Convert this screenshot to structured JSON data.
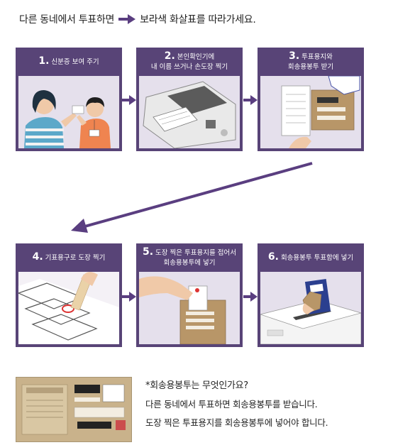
{
  "header": {
    "before": "다른 동네에서 투표하면",
    "after": "보라색 화살표를 따라가세요."
  },
  "steps": [
    {
      "num": "1.",
      "lines": [
        "신분증 보여 주기"
      ]
    },
    {
      "num": "2.",
      "lines": [
        "본인확인기에",
        "내 이름 쓰거나 손도장 찍기"
      ]
    },
    {
      "num": "3.",
      "lines": [
        "투표용지와",
        "회송용봉투 받기"
      ]
    },
    {
      "num": "4.",
      "lines": [
        "기표용구로 도장 찍기"
      ]
    },
    {
      "num": "5.",
      "lines": [
        "도장 찍은 투표용지를 접어서",
        "회송용봉투에 넣기"
      ]
    },
    {
      "num": "6.",
      "lines": [
        "회송용봉투 투표함에 넣기"
      ]
    }
  ],
  "note": {
    "question": "*회송용봉투는 무엇인가요?",
    "answer1": "다른 동네에서 투표하면 회송용봉투를 받습니다.",
    "answer2": "도장 찍은 투표용지를 회송용봉투에 넣어야 합니다."
  },
  "colors": {
    "panel": "#584477",
    "scene": "#e5e0ec",
    "arrow": "#5a3e80"
  }
}
